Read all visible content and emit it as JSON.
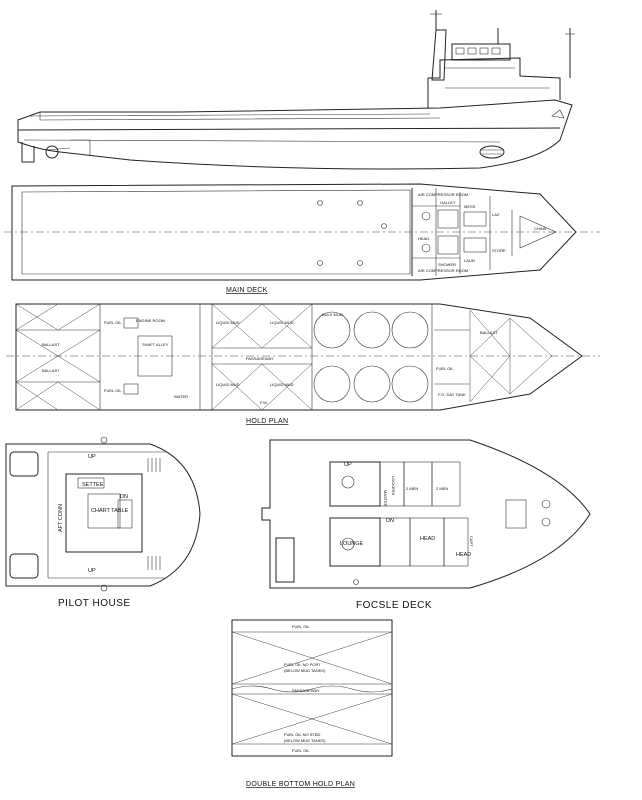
{
  "views": {
    "main_deck": "MAIN DECK",
    "hold_plan": "HOLD PLAN",
    "pilot_house": "PILOT HOUSE",
    "focsle_deck": "FOCSLE DECK",
    "double_bottom": "DOUBLE BOTTOM HOLD PLAN"
  },
  "main_deck_labels": {
    "air_compressor_room": "AIR COMPRESSOR ROOM",
    "galley": "GALLEY",
    "mess": "MESS",
    "lazarette": "LAZ",
    "store": "STORE",
    "shower": "SHOWER",
    "laundry": "LAUN",
    "head": "HEAD",
    "chain": "CHAIN"
  },
  "hold_labels": {
    "fuel_oil_top": "FUEL OIL",
    "fuel_oil_bottom": "FUEL OIL",
    "ballast_top": "BALLAST",
    "ballast_bottom": "BALLAST",
    "engine_room": "ENGINE ROOM",
    "shaft_alley": "SHAFT ALLEY",
    "liquid_mud_1": "LIQUID MUD",
    "liquid_mud_2": "LIQUID MUD",
    "liquid_mud_3": "LIQUID MUD",
    "liquid_mud_4": "LIQUID MUD",
    "bulk_mud": "BULK MUD",
    "passageway": "PASSAGEWAY",
    "fwd_ballast": "BALLAST",
    "fuel_oil_fwd": "FUEL OIL",
    "water": "WATER",
    "fw": "F.W.",
    "fo_day_tank": "F.O. DAY TANK"
  },
  "pilot_house_labels": {
    "up1": "UP",
    "up2": "UP",
    "dn": "DN",
    "settee": "SETTEE",
    "chart_table": "CHART TABLE",
    "aft_conn": "AFT CONN"
  },
  "focsle_labels": {
    "up": "UP",
    "dn": "DN",
    "lounge": "LOUNGE",
    "head1": "HEAD",
    "head2": "HEAD",
    "crew_1": "2 MEN",
    "crew_2": "2 MEN",
    "master": "MASTER",
    "lockers": "LOCKERS",
    "capt": "CAPT"
  },
  "double_bottom_labels": {
    "fuel_oil_top": "FUEL OIL",
    "fuel_oil_port": "FUEL OIL NO PORT",
    "below_mud_1": "(BELOW MUD TANKS)",
    "passageway": "PASSAGEWAY",
    "fuel_oil_stbd": "FUEL OIL NO STBD",
    "below_mud_2": "(BELOW MUD TANKS)",
    "fuel_oil_bottom": "FUEL OIL"
  }
}
